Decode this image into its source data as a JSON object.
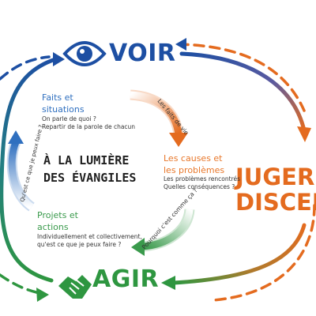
{
  "stages": {
    "voir": {
      "title": "VOIR",
      "color": "#1d4fa3"
    },
    "juger": {
      "title_line1": "JUGER",
      "title_line2": "DISCER",
      "color": "#e46b1f"
    },
    "agir": {
      "title": "AGIR",
      "color": "#2e9640"
    }
  },
  "center": {
    "line1": "À LA LUMIÈRE",
    "line2": "DES ÉVANGILES"
  },
  "blocks": {
    "faits": {
      "heading_line1": "Faits et",
      "heading_line2": "situations",
      "sub_line1": "On parle de quoi ?",
      "sub_line2": "Repartir de la parole de chacun"
    },
    "causes": {
      "heading_line1": "Les causes et",
      "heading_line2": "les problèmes",
      "sub_line1": "Les problèmes rencontrés",
      "sub_line2": "Quelles conséquences ?"
    },
    "projets": {
      "heading_line1": "Projets et",
      "heading_line2": "actions",
      "sub_line1": "Individuellement et collectivement,",
      "sub_line2": "qu'est ce que je peux faire ?"
    }
  },
  "arrow_labels": {
    "faits_de_vie": "Les faits de vie",
    "pourquoi_comme_ca": "Pourquoi c'est comme ça ?",
    "quoi_faire": "Qu'est ce que je peux faire ?"
  },
  "icons": {
    "voir": "eye-icon",
    "agir": "handshake-icon"
  },
  "colors": {
    "blue": "#1d4fa3",
    "orange": "#e46b1f",
    "green": "#2e9640"
  }
}
